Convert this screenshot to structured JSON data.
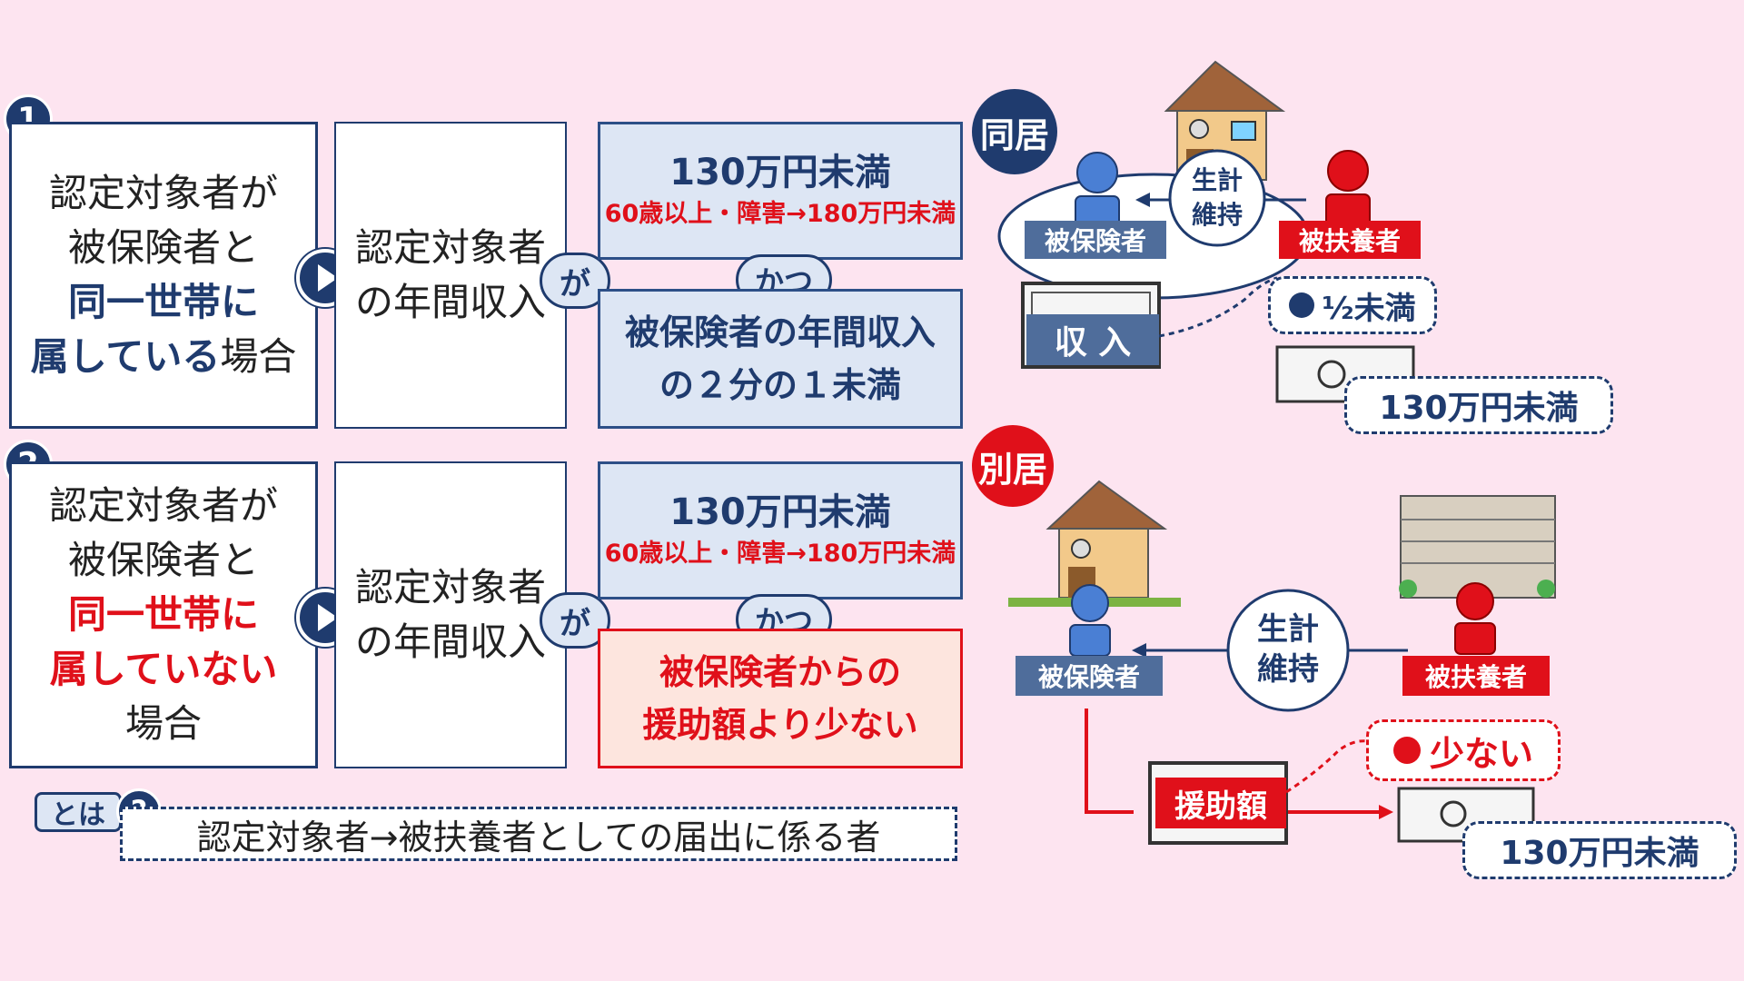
{
  "case1": {
    "number": "1",
    "line1": "認定対象者が",
    "line2": "被保険者と",
    "line3": "同一世帯に",
    "line4": "属している",
    "line4_suffix": "場合",
    "income_line1": "認定対象者",
    "income_line2": "の年間収入",
    "ga": "が",
    "cond1_main": "130万円未満",
    "cond1_sub": "60歳以上・障害→180万円未満",
    "katsu": "かつ",
    "cond2_line1": "被保険者の年間収入",
    "cond2_line2": "の２分の１未満"
  },
  "case2": {
    "number": "2",
    "line1": "認定対象者が",
    "line2": "被保険者と",
    "line3": "同一世帯に",
    "line4": "属していない",
    "line5": "場合",
    "income_line1": "認定対象者",
    "income_line2": "の年間収入",
    "ga": "が",
    "cond1_main": "130万円未満",
    "cond1_sub": "60歳以上・障害→180万円未満",
    "katsu": "かつ",
    "cond2_line1": "被保険者からの",
    "cond2_line2": "援助額より少ない"
  },
  "note": {
    "toha": "とは",
    "q": "?",
    "text": "認定対象者→被扶養者としての届出に係る者"
  },
  "douky": {
    "label": "同居",
    "insured": "被保険者",
    "dependent": "被扶養者",
    "seikei1": "生計",
    "seikei2": "維持",
    "income": "収 入",
    "half": "½未満",
    "limit": "130万円未満"
  },
  "bekkyo": {
    "label": "別居",
    "insured": "被保険者",
    "dependent": "被扶養者",
    "seikei1": "生計",
    "seikei2": "維持",
    "support": "援助額",
    "less": "少ない",
    "limit": "130万円未満"
  },
  "colors": {
    "navy": "#1f3b6e",
    "red": "#e0101a",
    "bg": "#fde4f0",
    "light_blue": "#dde6f4"
  }
}
